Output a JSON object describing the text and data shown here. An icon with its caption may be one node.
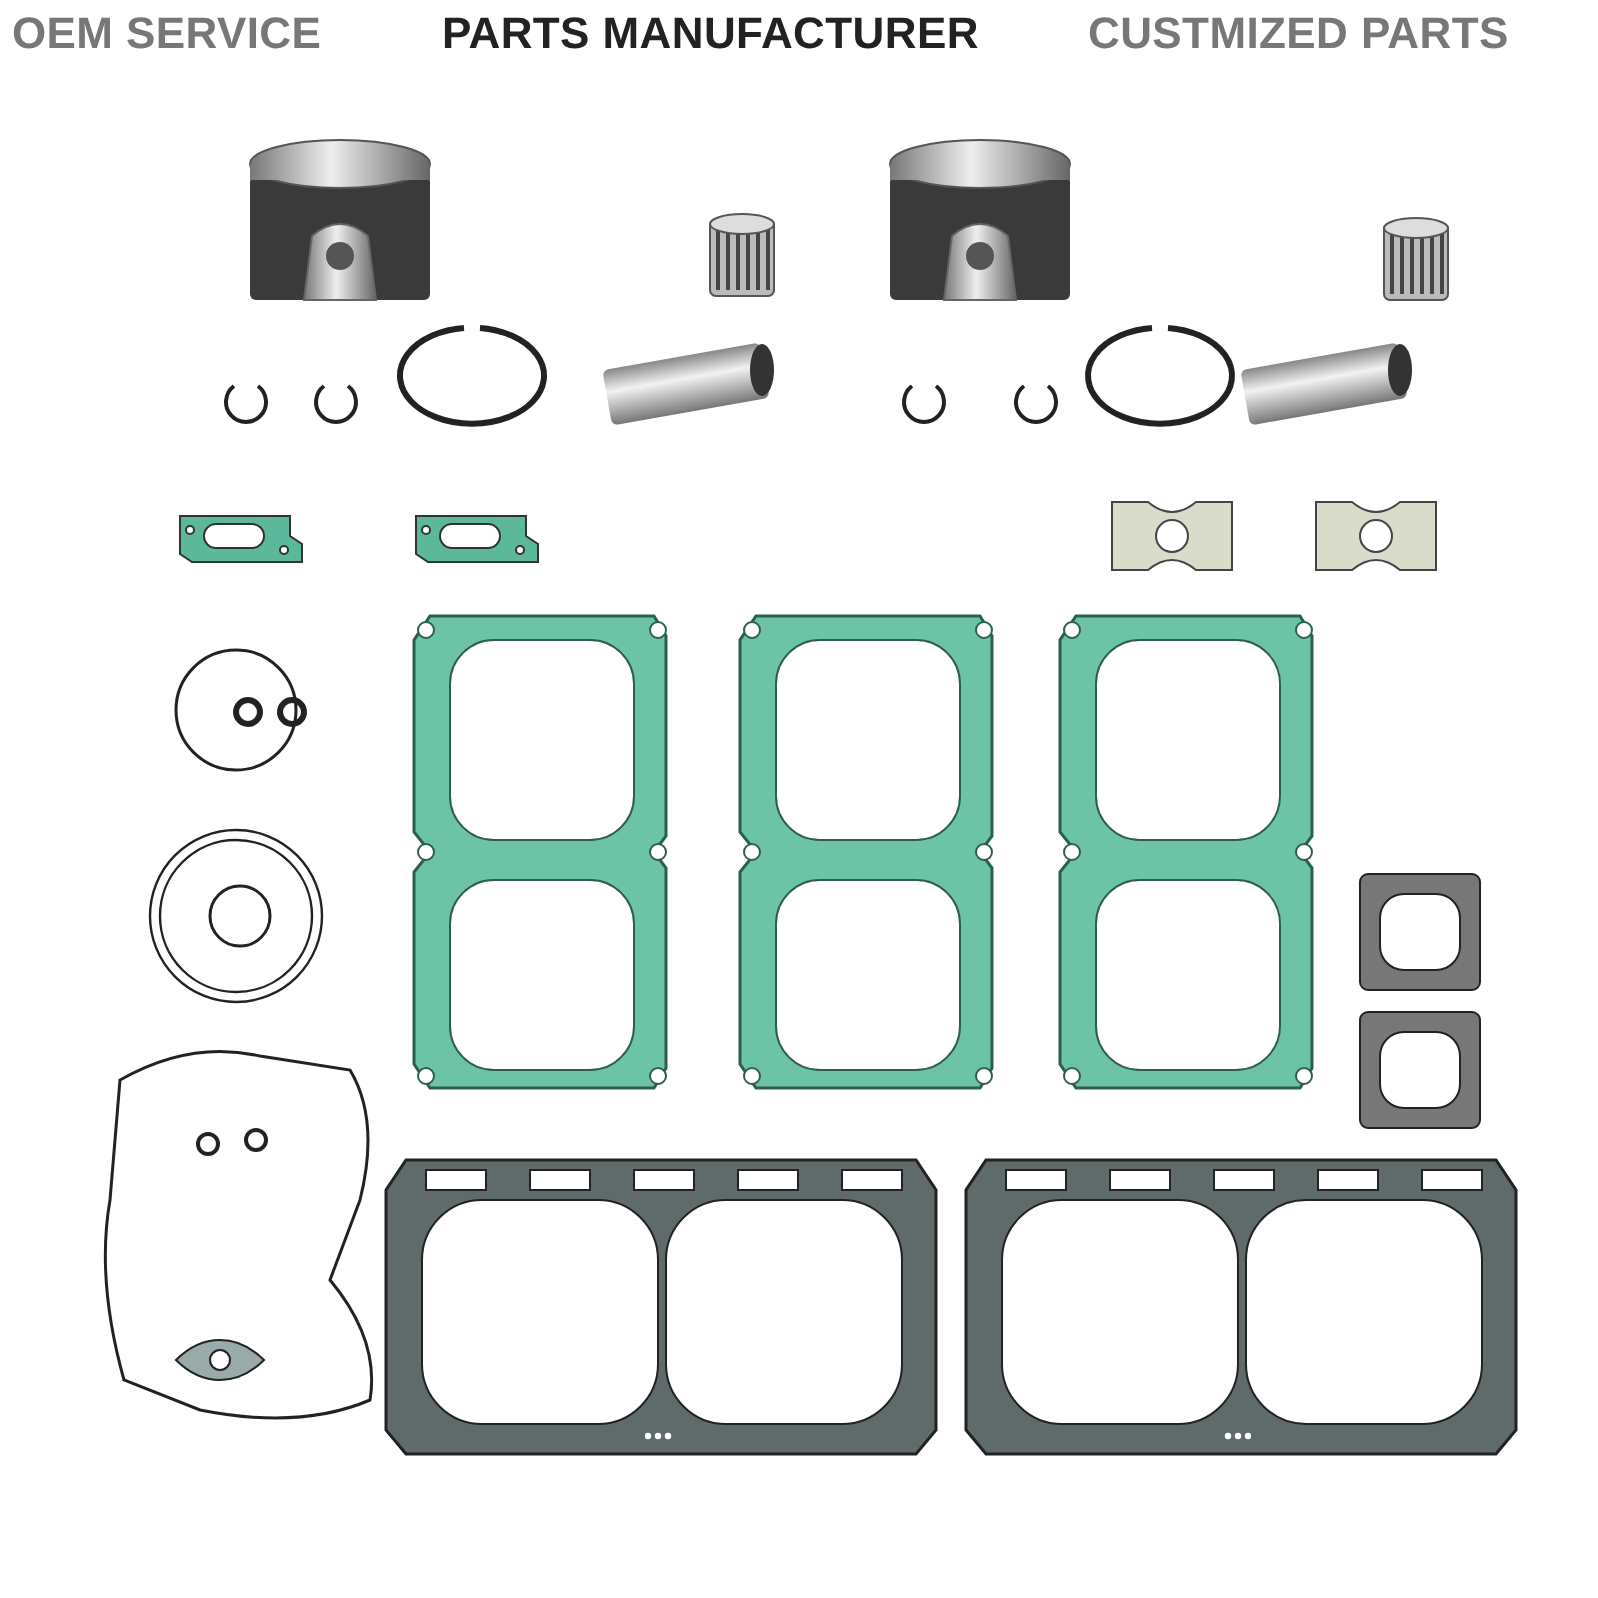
{
  "diagram": {
    "labels": [
      "OEM SERVICE",
      "PARTS MANUFACTURER",
      "CUSTMIZED PARTS"
    ]
  }
}
